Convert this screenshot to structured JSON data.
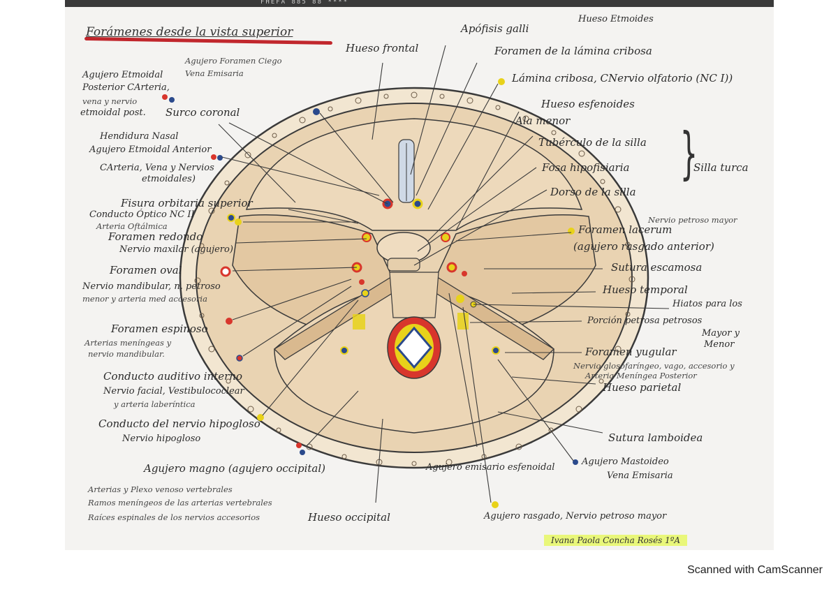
{
  "top_strip_text": "FHEFA 885 88 ****",
  "title": "Forámenes desde la vista superior",
  "labels": {
    "hueso_frontal": "Hueso frontal",
    "apofisis_galli": "Apófisis galli",
    "hueso_etmoides": "Hueso Etmoides",
    "foramen_lamina": "Foramen de la lámina cribosa",
    "lamina_cribosa": "Lámina cribosa, CNervio olfatorio (NC I))",
    "hueso_esfenoides": "Hueso esfenoides",
    "ala_menor": "Ala menor",
    "tuberculo": "Tubérculo de la silla",
    "fosa": "Fosa hipofisiaria",
    "dorso": "Dorso de la silla",
    "silla_turca": "Silla turca",
    "foramen_lacerum": "Foramen lacerum",
    "nervio_petroso_mayor": "Nervio petroso mayor",
    "agujero_rasgado": "(agujero rasgado anterior)",
    "sutura_escamosa": "Sutura escamosa",
    "hueso_temporal": "Hueso temporal",
    "hiatos": "Hiatos para los",
    "porcion_petrosa": "Porción petrosa petrosos",
    "mayor_y": "Mayor y",
    "menor": "Menor",
    "foramen_yugular": "Foramen yugular",
    "nervios_yugular": "Nervio glosofaríngeo, vago, accesorio y",
    "arteria_meningea": "Arteria Meníngea Posterior",
    "hueso_parietal": "Hueso parietal",
    "sutura_lamboidea": "Sutura lamboidea",
    "agujero_mastoideo": "Agujero Mastoideo",
    "vena_emisaria_2": "Vena Emisaria",
    "agujero_emisario": "Agujero emisario esfenoidal",
    "agujero_rasgado_np": "Agujero rasgado, Nervio petroso mayor",
    "agujero_foramen_ciego": "Agujero Foramen Ciego",
    "vena_emisaria": "Vena Emisaria",
    "etmoidal_post_1": "Agujero Etmoidal",
    "etmoidal_post_2": "Posterior CArteria,",
    "etmoidal_post_3": "vena y nervio",
    "etmoidal_post_4": "etmoidal post.",
    "surco_coronal": "Surco coronal",
    "hendidura_nasal": "Hendidura Nasal",
    "etmoidal_ant": "Agujero Etmoidal Anterior",
    "etmoidal_ant_2": "CArteria, Vena y Nervios",
    "etmoidal_ant_3": "etmoidales)",
    "fisura": "Fisura orbitaria superior",
    "conducto_optico": "Conducto Óptico NC II",
    "arteria_oftalmica": "Arteria Oftálmica",
    "foramen_redondo": "Foramen redondo",
    "nervio_maxilar": "Nervio maxilar (agujero)",
    "foramen_oval": "Foramen oval",
    "nervio_mandibular": "Nervio mandibular, n. petroso",
    "nervio_mandibular_2": "menor y arteria med accesoria",
    "foramen_espinoso": "Foramen espinoso",
    "arterias_meningeas": "Arterias meníngeas y",
    "nervio_mandibular_3": "nervio mandibular.",
    "conducto_auditivo": "Conducto auditivo interno",
    "nervio_facial": "Nervio facial, Vestibulococlear",
    "arteria_laberintica": "y arteria laberíntica",
    "conducto_hipogloso": "Conducto del nervio hipogloso",
    "nervio_hipogloso": "Nervio hipogloso",
    "agujero_magno": "Agujero magno (agujero occipital)",
    "arterias_plexo": "Arterias y Plexo venoso vertebrales",
    "ramos": "Ramos meníngeos de las arterias vertebrales",
    "raices": "Raíces espinales de los nervios accesorios",
    "hueso_occipital": "Hueso occipital"
  },
  "signature": "Ivana Paola Concha Rosés 1ºA",
  "footer": "Scanned with CamScanner",
  "colors": {
    "bone": "#e9d3b2",
    "bone_shade": "#d9b98f",
    "outline": "#3a3a3a",
    "title_underline": "#c1272d",
    "red": "#d8362c",
    "yellow": "#e8d21a",
    "blue": "#2b4a8c",
    "highlight": "#e9f77a"
  }
}
